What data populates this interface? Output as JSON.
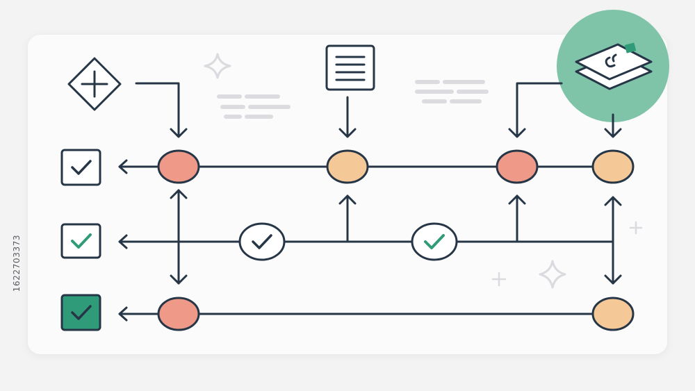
{
  "side_label": "1622703373",
  "colors": {
    "background": "#f3f3f4",
    "card": "#fbfbfb",
    "stroke": "#263646",
    "node_salmon": "#ef9a88",
    "node_peach": "#f5c898",
    "accent_teal": "#2f9b78",
    "badge_mint": "#7fc4a8",
    "placeholder_text": "#dcdce0",
    "sparkle": "#dadadf"
  },
  "icons": {
    "top_left": "diamond-crosshair-icon",
    "top_middle": "document-lines-icon",
    "top_right": "stacked-layers-icon"
  },
  "rows": [
    {
      "id": "row-1",
      "status_checkbox": "outline-check",
      "nodes": [
        "salmon",
        "peach",
        "salmon",
        "peach"
      ]
    },
    {
      "id": "row-2",
      "status_checkbox": "teal-check",
      "nodes": [
        "check-circle",
        "check-circle-teal"
      ]
    },
    {
      "id": "row-3",
      "status_checkbox": "filled-teal-check",
      "nodes": [
        "salmon",
        "peach"
      ]
    }
  ]
}
